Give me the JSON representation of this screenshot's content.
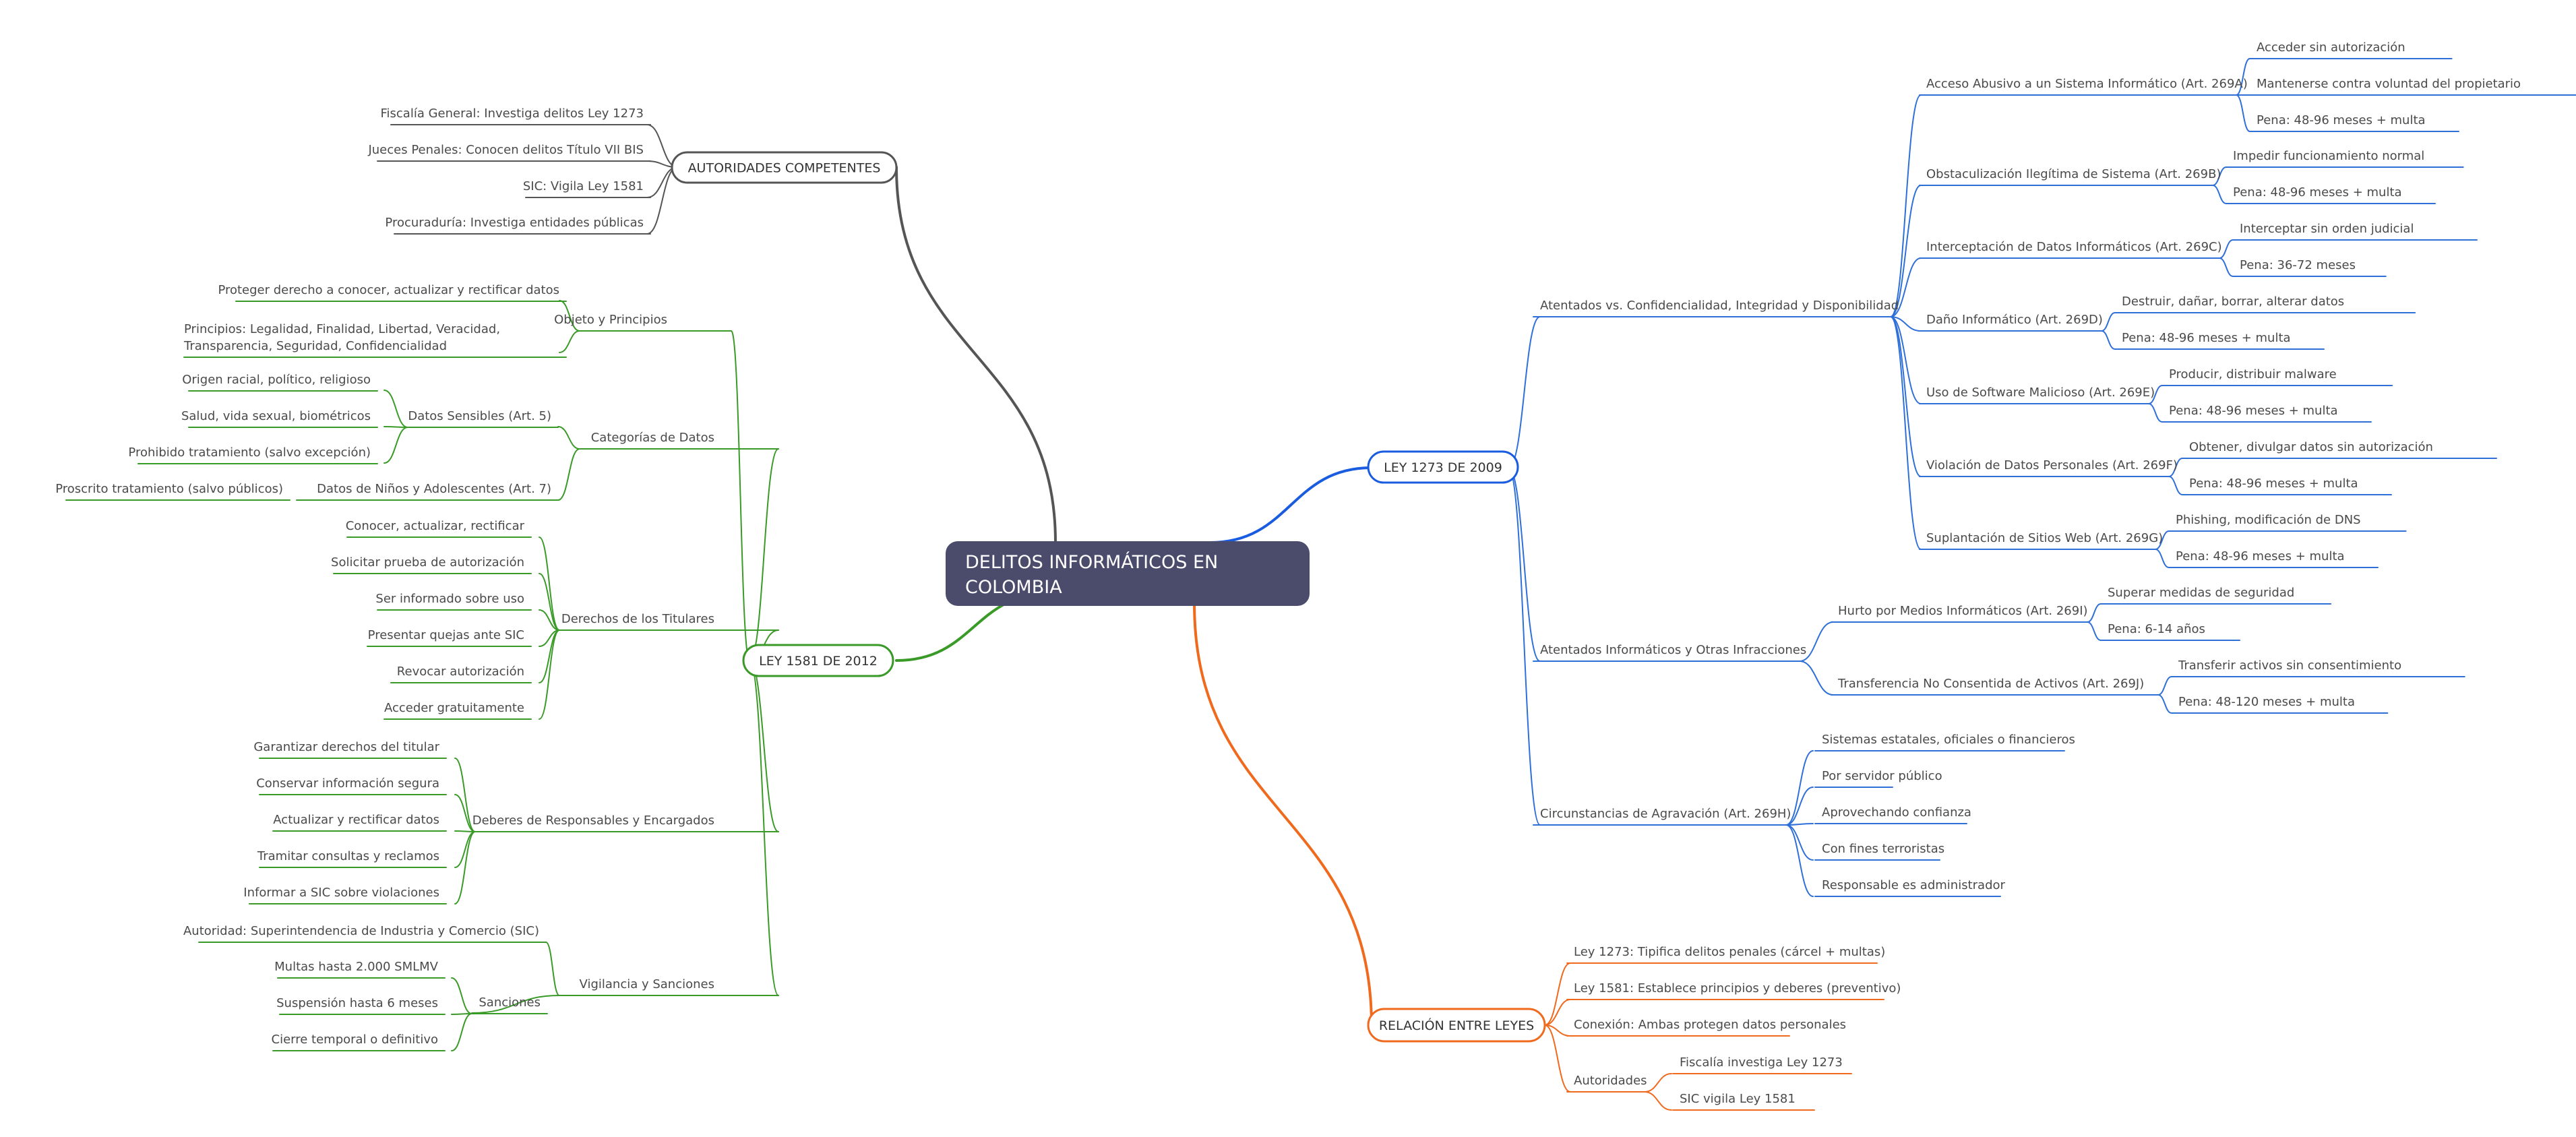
{
  "root": {
    "lines": [
      "DELITOS INFORMÁTICOS EN",
      "COLOMBIA"
    ],
    "fill": "#4b4c6b"
  },
  "colors": {
    "blue": "#2f6fd8",
    "blue_main": "#1a5ce0",
    "green": "#3a9a28",
    "orange": "#f06a1e",
    "gray": "#555555"
  },
  "branches": {
    "autoridades": {
      "label": "AUTORIDADES COMPETENTES",
      "items": [
        "Fiscalía General: Investiga delitos Ley 1273",
        "Jueces Penales: Conocen delitos Título VII BIS",
        "SIC: Vigila Ley 1581",
        "Procuraduría: Investiga entidades públicas"
      ]
    },
    "ley1581": {
      "label": "LEY 1581 DE 2012",
      "objeto": {
        "label": "Objeto y Principios",
        "items": [
          "Proteger derecho a conocer, actualizar y rectificar datos",
          [
            "Principios: Legalidad, Finalidad, Libertad, Veracidad,",
            "Transparencia, Seguridad, Confidencialidad"
          ]
        ]
      },
      "categorias": {
        "label": "Categorías de Datos",
        "sensibles": {
          "label": "Datos Sensibles (Art. 5)",
          "items": [
            "Origen racial, político, religioso",
            "Salud, vida sexual, biométricos",
            "Prohibido tratamiento (salvo excepción)"
          ]
        },
        "ninos": {
          "label": "Datos de Niños y Adolescentes (Art. 7)",
          "items": [
            "Proscrito tratamiento (salvo públicos)"
          ]
        }
      },
      "derechos": {
        "label": "Derechos de los Titulares",
        "items": [
          "Conocer, actualizar, rectificar",
          "Solicitar prueba de autorización",
          "Ser informado sobre uso",
          "Presentar quejas ante SIC",
          "Revocar autorización",
          "Acceder gratuitamente"
        ]
      },
      "deberes": {
        "label": "Deberes de Responsables y Encargados",
        "items": [
          "Garantizar derechos del titular",
          "Conservar información segura",
          "Actualizar y rectificar datos",
          "Tramitar consultas y reclamos",
          "Informar a SIC sobre violaciones"
        ]
      },
      "vigilancia": {
        "label": "Vigilancia y Sanciones",
        "autoridad": "Autoridad: Superintendencia de Industria y Comercio (SIC)",
        "sanciones": {
          "label": "Sanciones",
          "items": [
            "Multas hasta 2.000 SMLMV",
            "Suspensión hasta 6 meses",
            "Cierre temporal o definitivo"
          ]
        }
      }
    },
    "ley1273": {
      "label": "LEY 1273 DE 2009",
      "atentados": {
        "label": "Atentados vs. Confidencialidad, Integridad y Disponibilidad",
        "articles": [
          {
            "label": "Acceso Abusivo a un Sistema Informático (Art. 269A)",
            "items": [
              "Acceder sin autorización",
              "Mantenerse contra voluntad del propietario",
              "Pena: 48-96 meses + multa"
            ]
          },
          {
            "label": "Obstaculización Ilegítima de Sistema (Art. 269B)",
            "items": [
              "Impedir funcionamiento normal",
              "Pena: 48-96 meses + multa"
            ]
          },
          {
            "label": "Interceptación de Datos Informáticos (Art. 269C)",
            "items": [
              "Interceptar sin orden judicial",
              "Pena: 36-72 meses"
            ]
          },
          {
            "label": "Daño Informático (Art. 269D)",
            "items": [
              "Destruir, dañar, borrar, alterar datos",
              "Pena: 48-96 meses + multa"
            ]
          },
          {
            "label": "Uso de Software Malicioso (Art. 269E)",
            "items": [
              "Producir, distribuir malware",
              "Pena: 48-96 meses + multa"
            ]
          },
          {
            "label": "Violación de Datos Personales (Art. 269F)",
            "items": [
              "Obtener, divulgar datos sin autorización",
              "Pena: 48-96 meses + multa"
            ]
          },
          {
            "label": "Suplantación de Sitios Web (Art. 269G)",
            "items": [
              "Phishing, modificación de DNS",
              "Pena: 48-96 meses + multa"
            ]
          }
        ]
      },
      "otras": {
        "label": "Atentados Informáticos y Otras Infracciones",
        "articles": [
          {
            "label": "Hurto por Medios Informáticos (Art. 269I)",
            "items": [
              "Superar medidas de seguridad",
              "Pena: 6-14 años"
            ]
          },
          {
            "label": "Transferencia No Consentida de Activos (Art. 269J)",
            "items": [
              "Transferir activos sin consentimiento",
              "Pena: 48-120 meses + multa"
            ]
          }
        ]
      },
      "agravacion": {
        "label": "Circunstancias de Agravación (Art. 269H)",
        "items": [
          "Sistemas estatales, oficiales o financieros",
          "Por servidor público",
          "Aprovechando confianza",
          "Con fines terroristas",
          "Responsable es administrador"
        ]
      }
    },
    "relacion": {
      "label": "RELACIÓN ENTRE LEYES",
      "items": [
        "Ley 1273: Tipifica delitos penales (cárcel + multas)",
        "Ley 1581: Establece principios y deberes (preventivo)",
        "Conexión: Ambas protegen datos personales"
      ],
      "autoridades": {
        "label": "Autoridades",
        "items": [
          "Fiscalía investiga Ley 1273",
          "SIC vigila Ley 1581"
        ]
      }
    }
  }
}
